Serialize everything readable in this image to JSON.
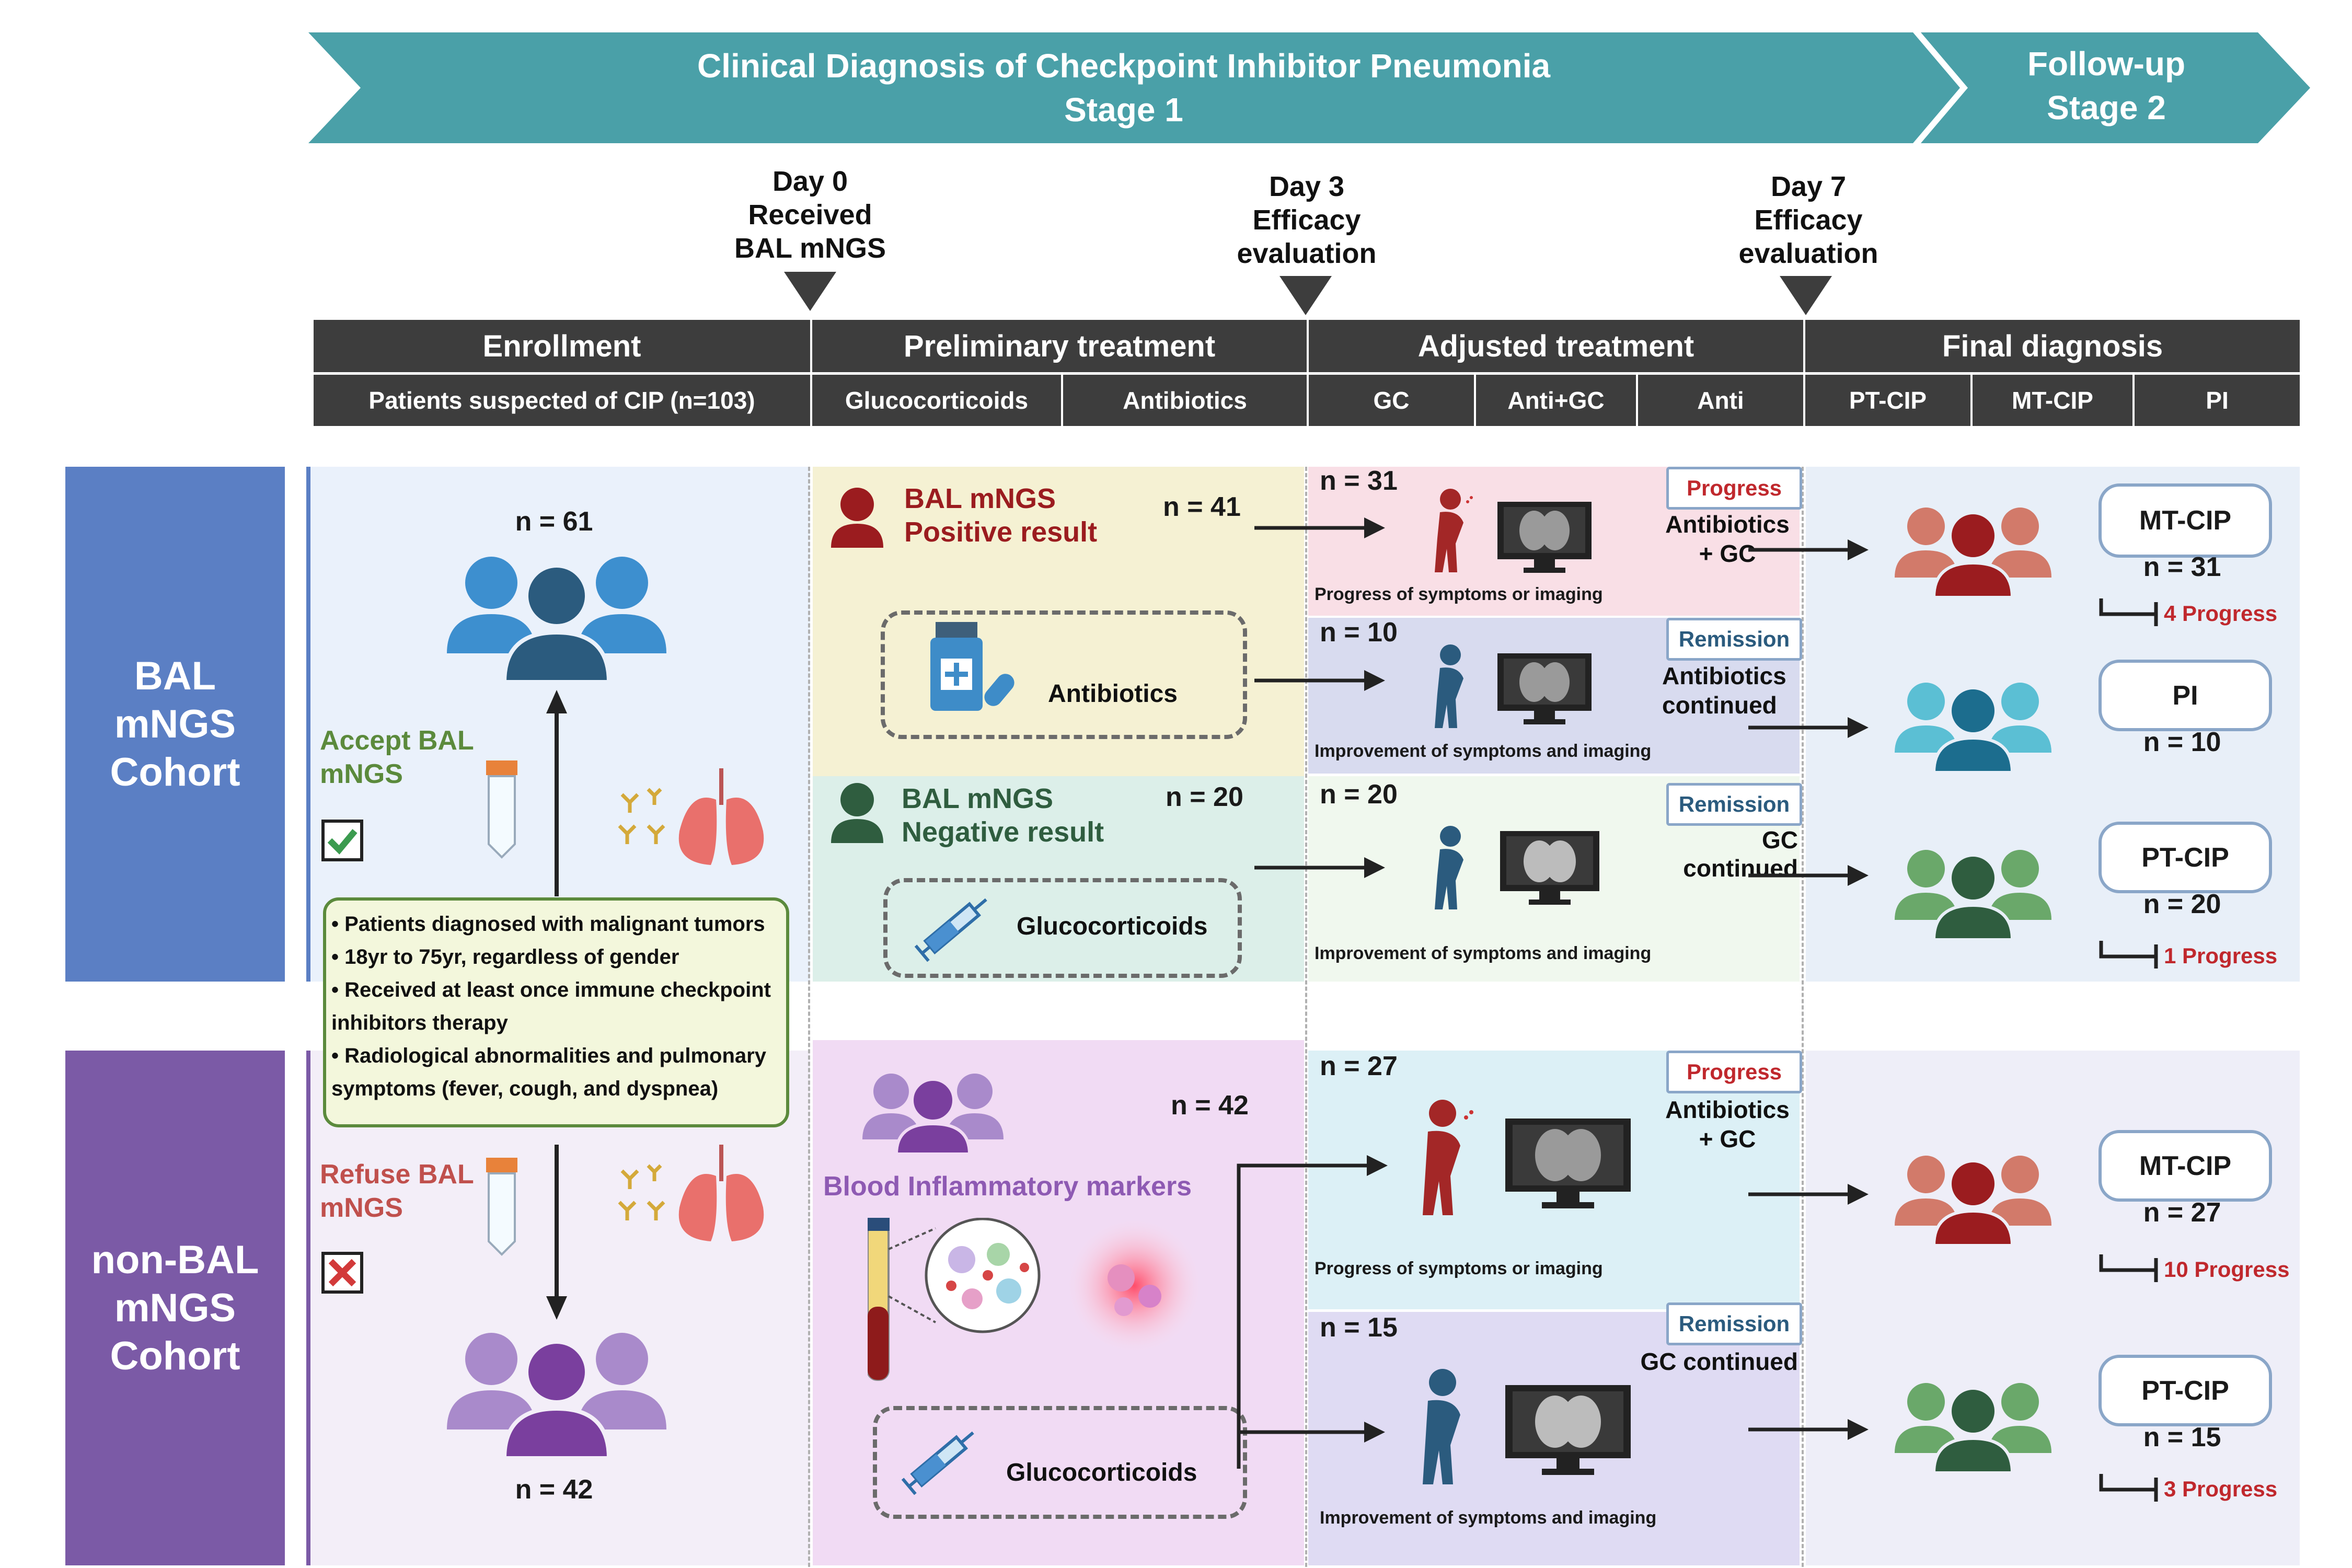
{
  "banner": {
    "stage1_title": "Clinical Diagnosis of Checkpoint Inhibitor Pneumonia",
    "stage1_sub": "Stage 1",
    "stage2_title": "Follow-up",
    "stage2_sub": "Stage 2",
    "color": "#4aa0a8"
  },
  "timepoints": {
    "day0": [
      "Day 0",
      "Received",
      "BAL mNGS"
    ],
    "day3": [
      "Day 3",
      "Efficacy",
      "evaluation"
    ],
    "day7": [
      "Day 7",
      "Efficacy",
      "evaluation"
    ]
  },
  "phases": [
    "Enrollment",
    "Preliminary treatment",
    "Adjusted treatment",
    "Final diagnosis"
  ],
  "subphases": {
    "enrollment": "Patients suspected of CIP (n=103)",
    "preliminary": [
      "Glucocorticoids",
      "Antibiotics"
    ],
    "adjusted": [
      "GC",
      "Anti+GC",
      "Anti"
    ],
    "final": [
      "PT-CIP",
      "MT-CIP",
      "PI"
    ]
  },
  "cohorts": {
    "bal": "BAL mNGS Cohort",
    "nonbal": "non-BAL mNGS Cohort"
  },
  "enroll": {
    "n_accept": "n = 61",
    "n_refuse": "n = 42",
    "accept_label": "Accept BAL mNGS",
    "refuse_label": "Refuse BAL mNGS",
    "criteria": [
      "• Patients diagnosed with malignant tumors",
      "• 18yr to 75yr, regardless of gender",
      "• Received at least once immune checkpoint inhibitors therapy",
      "• Radiological abnormalities and pulmonary symptoms (fever, cough, and dyspnea)"
    ]
  },
  "prelim": {
    "pos_label": "BAL mNGS Positive result",
    "pos_n": "n = 41",
    "antibiotics": "Antibiotics",
    "neg_label": "BAL mNGS Negative result",
    "neg_n": "n = 20",
    "glucocorticoids": "Glucocorticoids",
    "blood_label": "Blood Inflammatory markers",
    "blood_n": "n = 42",
    "glucocorticoids2": "Glucocorticoids"
  },
  "adjusted": {
    "a1": {
      "n": "n = 31",
      "badge": "Progress",
      "action": "Antibiotics + GC",
      "caption": "Progress of symptoms or imaging"
    },
    "a2": {
      "n": "n = 10",
      "badge": "Remission",
      "action": "Antibiotics continued",
      "caption": "Improvement of symptoms and imaging"
    },
    "a3": {
      "n": "n = 20",
      "badge": "Remission",
      "action": "GC continued",
      "caption": "Improvement of symptoms and imaging"
    },
    "a4": {
      "n": "n = 27",
      "badge": "Progress",
      "action": "Antibiotics + GC",
      "caption": "Progress of symptoms or imaging"
    },
    "a5": {
      "n": "n = 15",
      "badge": "Remission",
      "action": "GC continued",
      "caption": "Improvement of symptoms and imaging"
    }
  },
  "final": {
    "f1": {
      "label": "MT-CIP",
      "n": "n = 31",
      "progress": "4 Progress"
    },
    "f2": {
      "label": "PI",
      "n": "n = 10"
    },
    "f3": {
      "label": "PT-CIP",
      "n": "n = 20",
      "progress": "1 Progress"
    },
    "f4": {
      "label": "MT-CIP",
      "n": "n = 27",
      "progress": "10 Progress"
    },
    "f5": {
      "label": "PT-CIP",
      "n": "n = 15",
      "progress": "3 Progress"
    }
  },
  "colors": {
    "bal_cohort": "#5b7fc4",
    "nonbal_cohort": "#7b5aa6",
    "positive": "#9b1c1f",
    "negative": "#2f5d3f",
    "progress_red": "#c0282d",
    "accept_green": "#5b8a3c",
    "refuse_red": "#c0504d"
  }
}
